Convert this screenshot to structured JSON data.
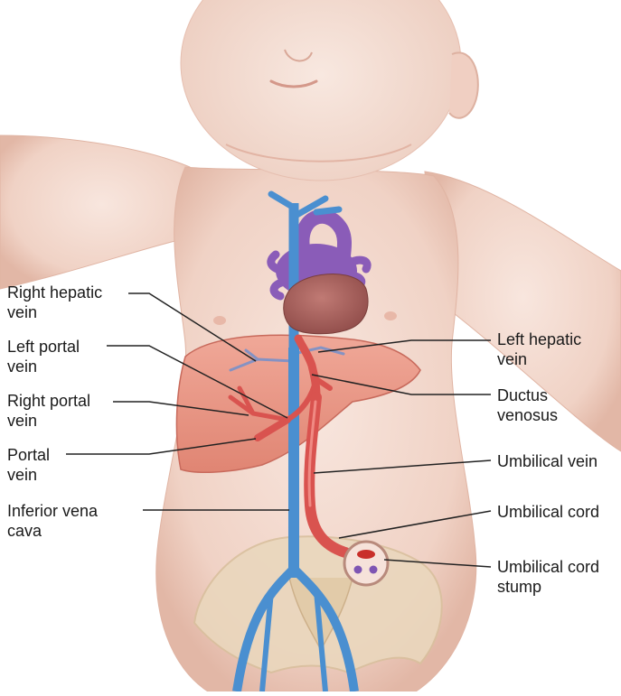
{
  "colors": {
    "skin": "#f2d6cb",
    "skin_shadow": "#e3b6a6",
    "liver": "#e9907e",
    "vein_blue": "#4a8fd0",
    "vein_red": "#d9534f",
    "heart_purple": "#8a5cb8",
    "heart_ventricle": "#a85a58",
    "pelvis": "#ead7bd",
    "leader_line": "#222222"
  },
  "labels_left": [
    {
      "line1": "Right hepatic",
      "line2": "vein"
    },
    {
      "line1": "Left portal",
      "line2": "vein"
    },
    {
      "line1": "Right portal",
      "line2": "vein"
    },
    {
      "line1": "Portal",
      "line2": "vein"
    },
    {
      "line1": "Inferior vena",
      "line2": "cava"
    }
  ],
  "labels_right": [
    {
      "line1": "Left hepatic",
      "line2": "vein"
    },
    {
      "line1": "Ductus",
      "line2": "venosus"
    },
    {
      "line1": "Umbilical vein",
      "line2": ""
    },
    {
      "line1": "Umbilical cord",
      "line2": ""
    },
    {
      "line1": "Umbilical cord",
      "line2": "stump"
    }
  ]
}
